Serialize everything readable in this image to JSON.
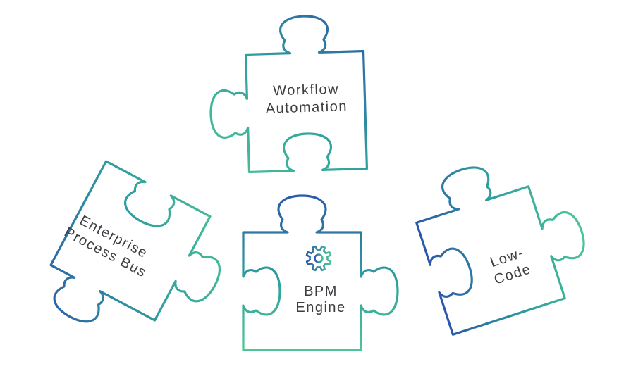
{
  "diagram": {
    "name": "bpm-puzzle-diagram",
    "background": "#ffffff",
    "colors": {
      "blue": "#2B5AA8",
      "teal": "#2FA09E",
      "green": "#4CC495",
      "text": "#3D3D42"
    },
    "pieces": [
      {
        "id": "workflow-automation",
        "lines": [
          "Workflow",
          "Automation"
        ]
      },
      {
        "id": "enterprise-process-bus",
        "lines": [
          "Enterprise",
          "Process Bus"
        ]
      },
      {
        "id": "bpm-engine",
        "lines": [
          "BPM",
          "Engine"
        ],
        "icon": "gear-icon"
      },
      {
        "id": "low-code",
        "lines": [
          "Low-",
          "Code"
        ]
      }
    ]
  }
}
